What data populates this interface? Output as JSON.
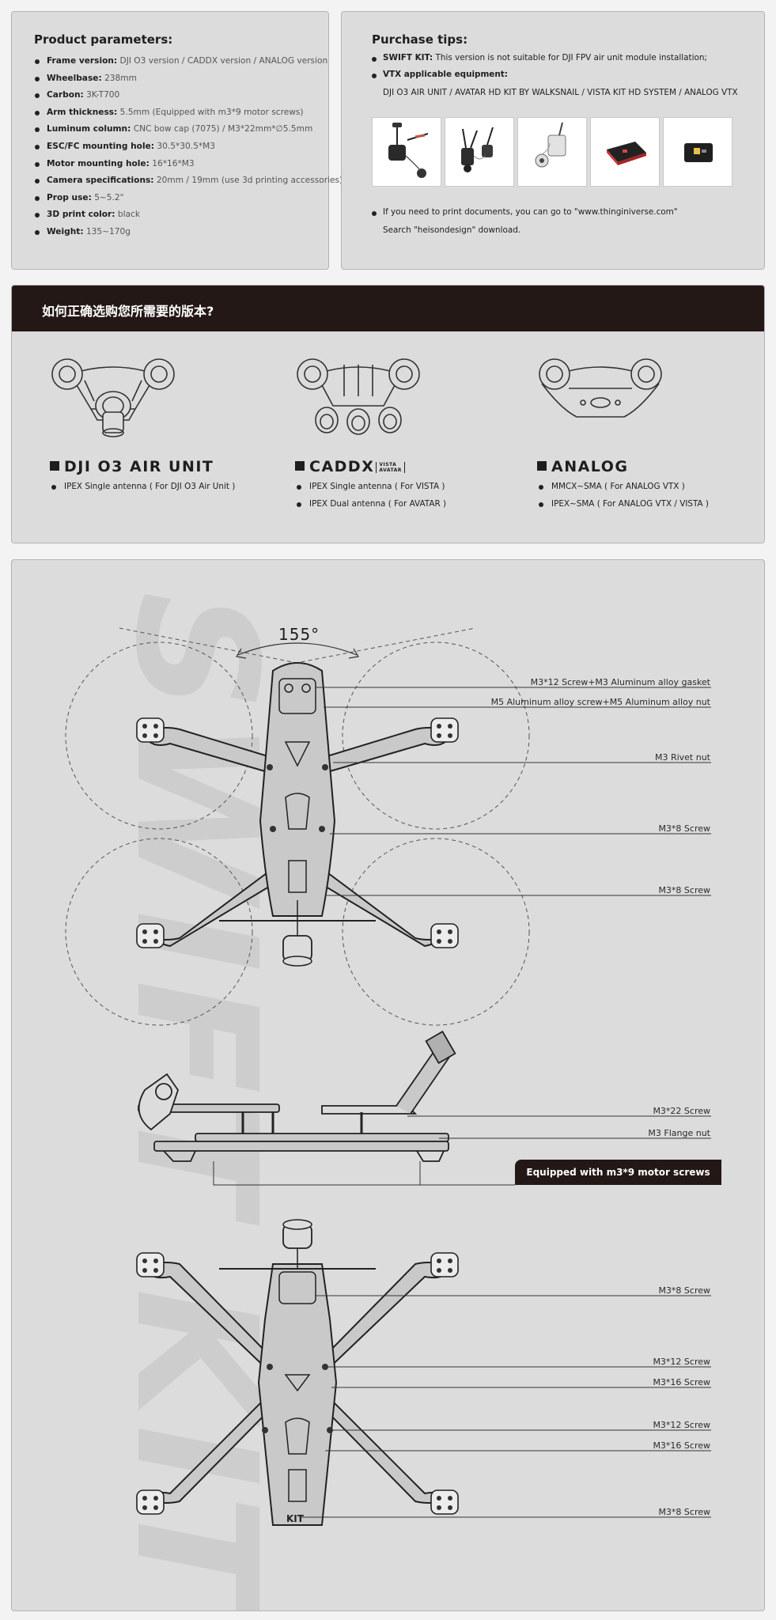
{
  "product_parameters": {
    "title": "Product parameters:",
    "items": [
      {
        "label": "Frame version:",
        "value": "DJI O3 version / CADDX version / ANALOG version"
      },
      {
        "label": "Wheelbase:",
        "value": "238mm"
      },
      {
        "label": "Carbon:",
        "value": "3K-T700"
      },
      {
        "label": "Arm thickness:",
        "value": "5.5mm (Equipped with m3*9 motor screws)"
      },
      {
        "label": "Luminum column:",
        "value": "CNC bow cap (7075) / M3*22mm*∅5.5mm"
      },
      {
        "label": "ESC/FC mounting hole:",
        "value": "30.5*30.5*M3"
      },
      {
        "label": "Motor mounting hole:",
        "value": "16*16*M3"
      },
      {
        "label": "Camera specifications:",
        "value": "20mm / 19mm (use 3d printing accessories)"
      },
      {
        "label": "Prop use:",
        "value": "5~5.2\""
      },
      {
        "label": "3D print color:",
        "value": "black"
      },
      {
        "label": "Weight:",
        "value": "135~170g"
      }
    ]
  },
  "purchase_tips": {
    "title": "Purchase tips:",
    "swift_kit_label": "SWIFT KIT:",
    "swift_kit_text": "This version is not suitable for DJI FPV air unit module installation;",
    "vtx_label": "VTX applicable equipment:",
    "vtx_list": "DJI O3 AIR UNIT / AVATAR HD KIT BY WALKSNAIL / VISTA KIT HD SYSTEM / ANALOG VTX",
    "print_line1": "If you need to print documents, you can go to \"www.thinginiverse.com\"",
    "print_line2": "Search \"heisondesign\" download."
  },
  "versions": {
    "heading": "如何正确选购您所需要的版本?",
    "options": [
      {
        "name": "DJI O3 AIR UNIT",
        "items": [
          "IPEX Single antenna ( For DJI O3 Air Unit )"
        ]
      },
      {
        "name": "CADDX",
        "sub_top": "VISTA",
        "sub_bottom": "AVATAR",
        "items": [
          "IPEX Single antenna ( For VISTA )",
          "IPEX Dual antenna ( For AVATAR )"
        ]
      },
      {
        "name": "ANALOG",
        "items": [
          "MMCX~SMA ( For ANALOG VTX )",
          "IPEX~SMA ( For ANALOG VTX / VISTA )"
        ]
      }
    ]
  },
  "diagram": {
    "watermark": "SWIFT KIT",
    "angle": "155°",
    "top_callouts": [
      "M3*12 Screw+M3 Aluminum alloy gasket",
      "M5 Aluminum alloy screw+M5 Aluminum alloy nut",
      "M3 Rivet nut",
      "M3*8 Screw",
      "M3*8 Screw"
    ],
    "side_callouts": [
      "M3*22 Screw",
      "M3 Flange nut"
    ],
    "motor_badge": "Equipped with m3*9 motor screws",
    "bottom_callouts": [
      "M3*8 Screw",
      "M3*12 Screw",
      "M3*16 Screw",
      "M3*12 Screw",
      "M3*16 Screw",
      "M3*8 Screw"
    ],
    "frame_mark": "KIT"
  }
}
